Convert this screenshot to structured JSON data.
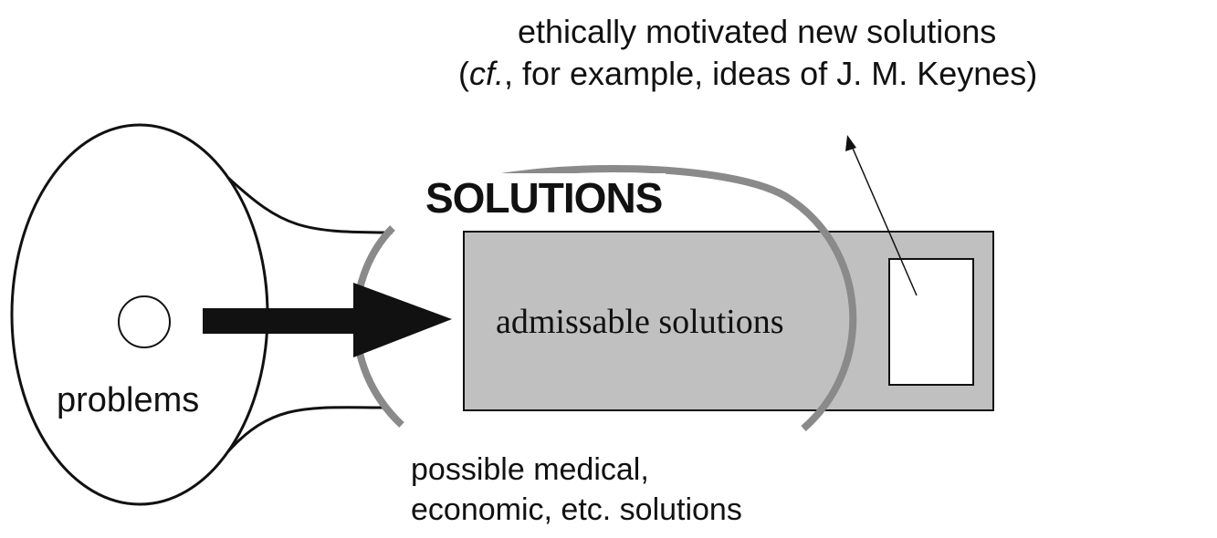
{
  "diagram": {
    "problems_label": "problems",
    "solutions_title": "SOLUTIONS",
    "admissable_label": "admissable solutions",
    "possible_label": {
      "line1": "possible medical,",
      "line2": "economic, etc. solutions"
    },
    "ethical_label": {
      "line1": "ethically motivated new solutions",
      "line2_open": "(",
      "line2_italic": "cf.",
      "line2_rest": ", for example, ideas of J. M. Keynes)"
    },
    "colors": {
      "outline": "#111111",
      "solutions_ellipse": "#8a8a8a",
      "admissable_fill": "#c0c0c0",
      "new_solution_box_fill": "#ffffff",
      "background": "#ffffff"
    }
  }
}
